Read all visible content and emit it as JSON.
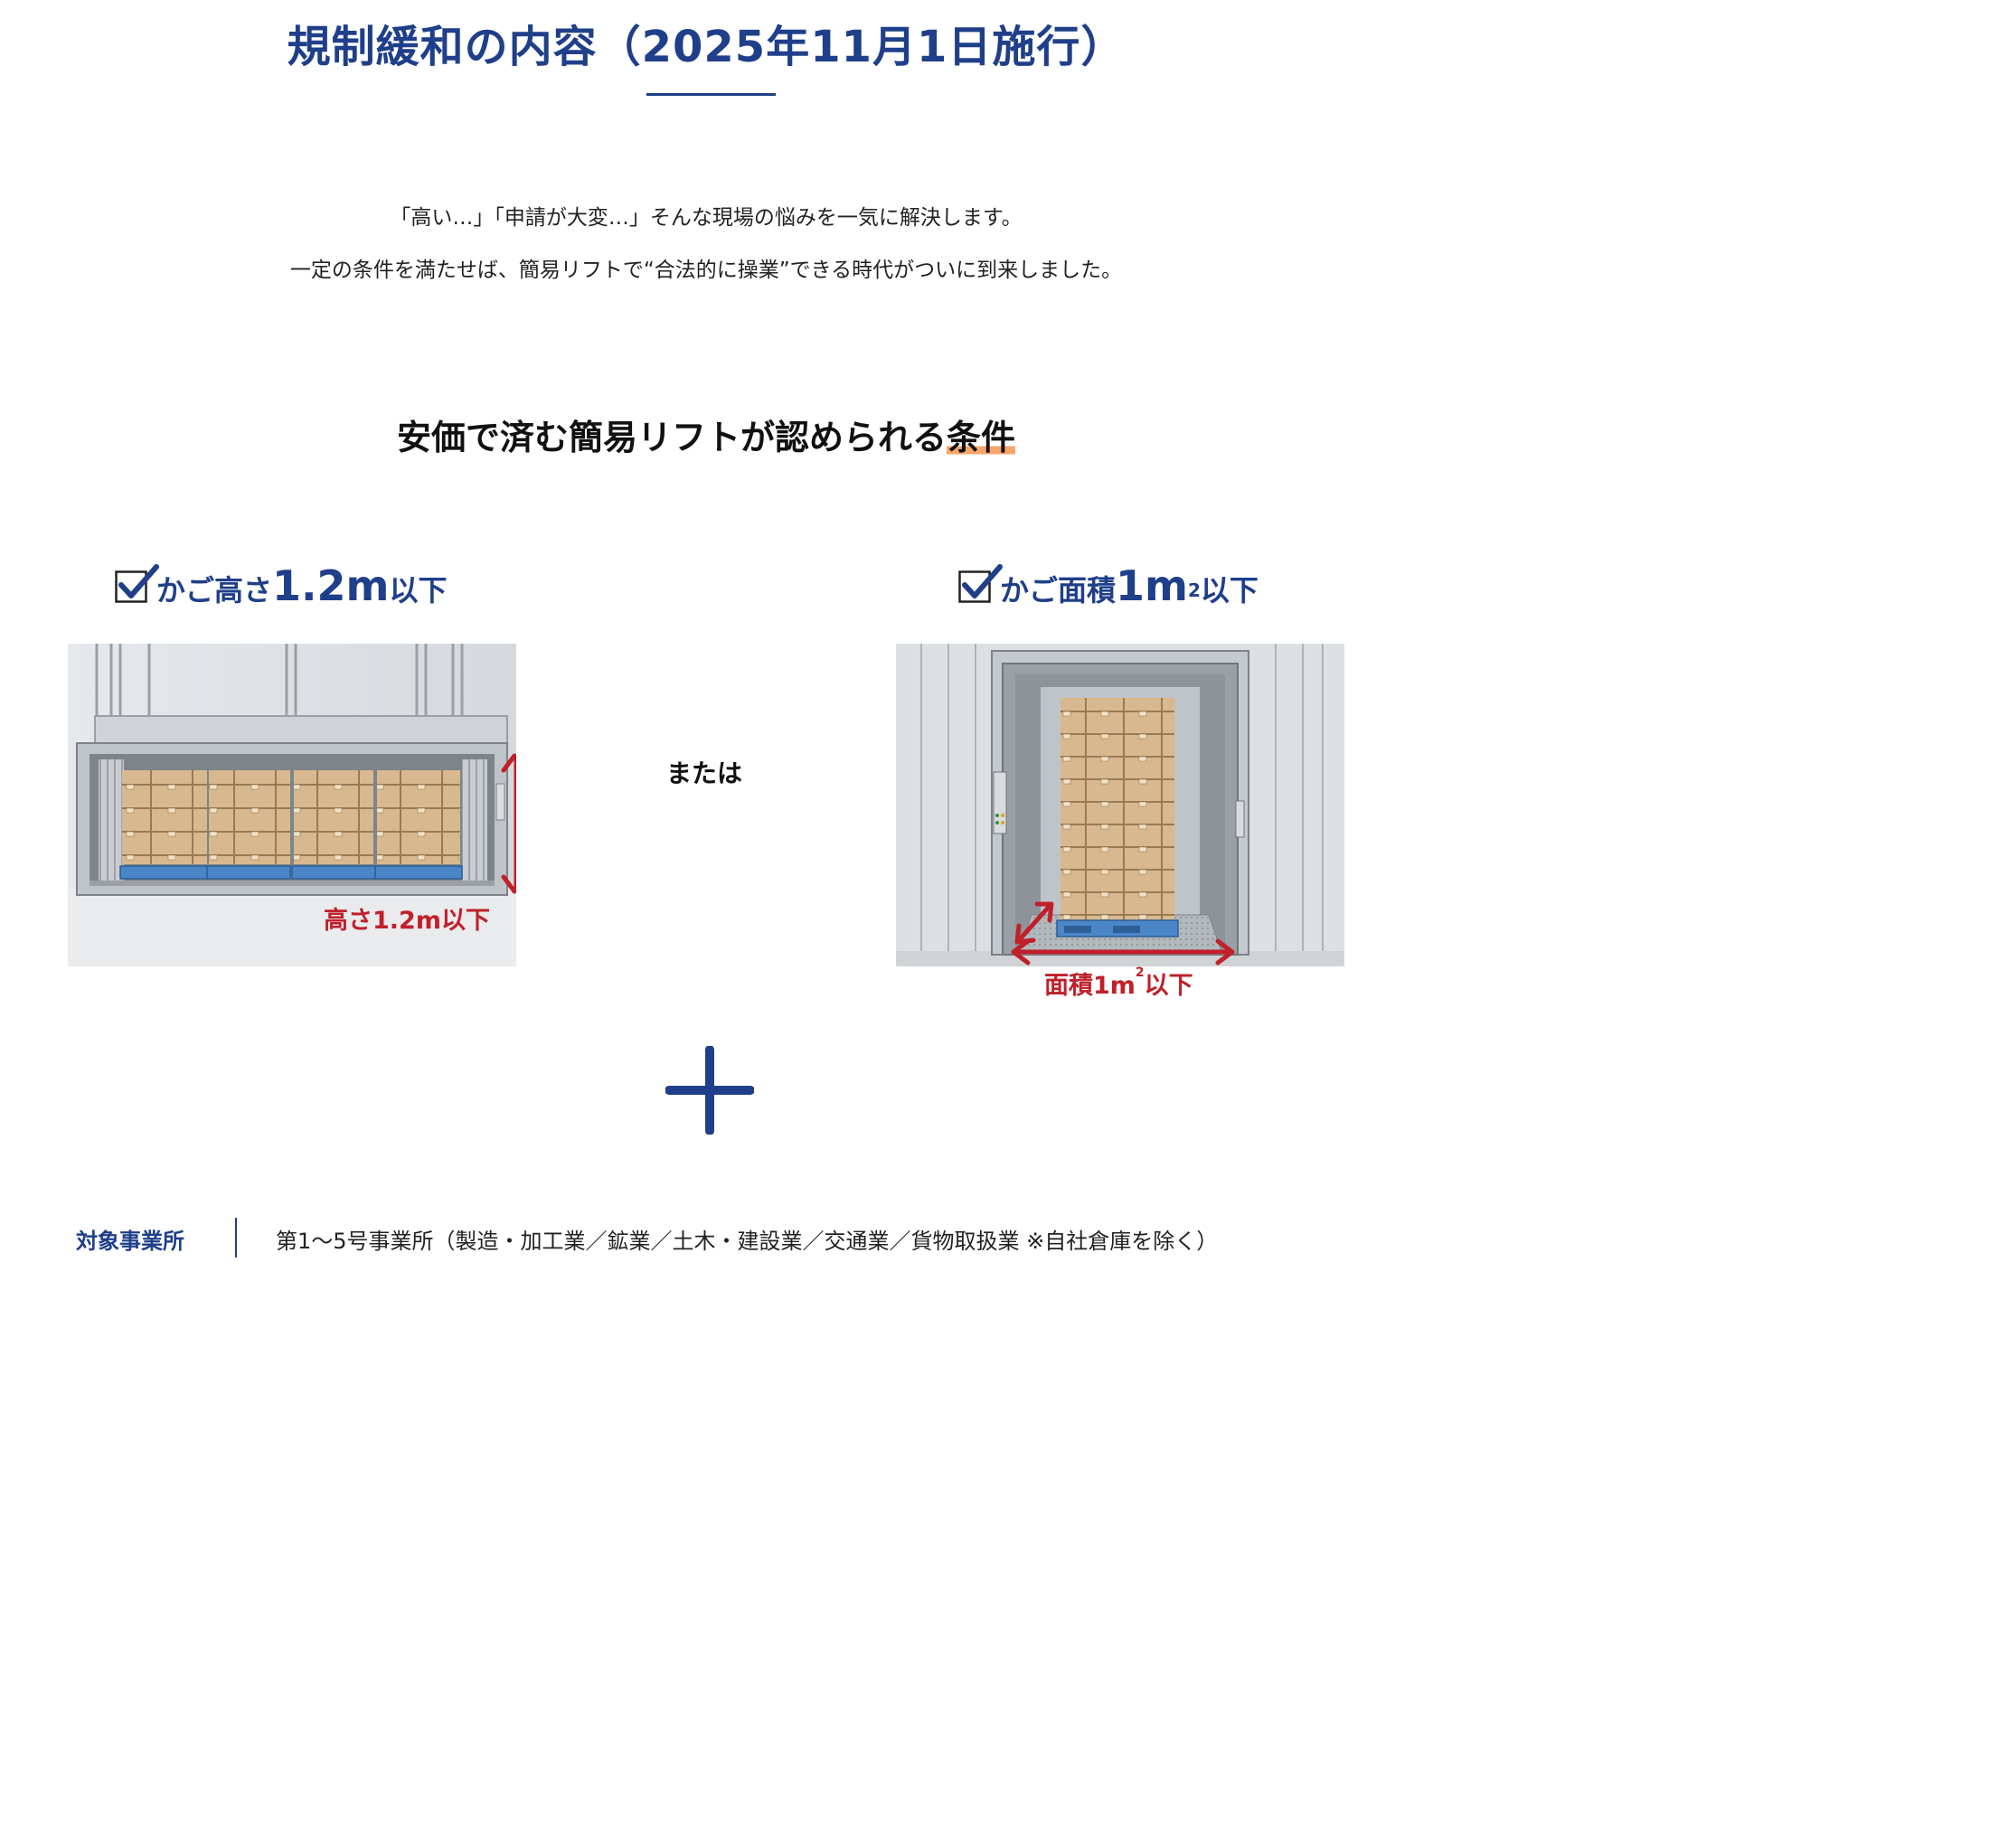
{
  "title": "規制緩和の内容（2025年11月1日施行）",
  "intro": {
    "line1": "「高い…」「申請が大変…」そんな現場の悩みを一気に解決します。",
    "line2": "一定の条件を満たせば、簡易リフトで“合法的に操業”できる時代がついに到来しました。"
  },
  "conditions_title": {
    "main": "安価で済む簡易リフトが認められる",
    "highlight": "条件"
  },
  "condition_left": {
    "prefix": "かご高さ",
    "value": "1.2m",
    "suffix": "以下",
    "dimension_label": "高さ1.2m以下"
  },
  "or_text": "または",
  "condition_right": {
    "prefix": "かご面積",
    "value": "1m",
    "sup": "2",
    "suffix": "以下",
    "dimension_prefix": "面積1m",
    "dimension_sup": "2",
    "dimension_suffix": "以下"
  },
  "target": {
    "label": "対象事業所",
    "value": "第1〜5号事業所（製造・加工業／鉱業／土木・建設業／交通業／貨物取扱業 ※自社倉庫を除く）"
  },
  "colors": {
    "brand_blue": "#1f3f8a",
    "dimension_red": "#c0202a",
    "highlight_orange": "#f7a66a",
    "box_brown": "#d6b48a",
    "pallet_blue": "#4a86c8"
  },
  "icons": {
    "check": "checkbox-check-icon",
    "plus": "plus-icon"
  }
}
